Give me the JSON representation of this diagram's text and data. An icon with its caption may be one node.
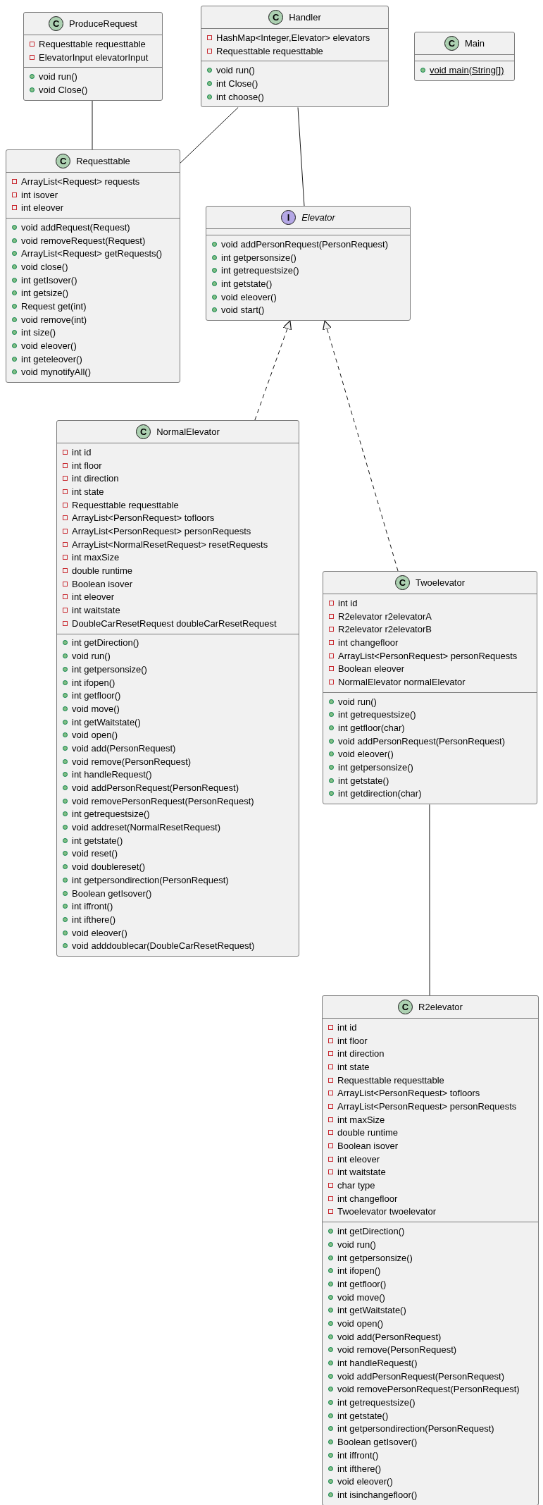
{
  "diagram": {
    "nodes": [
      {
        "text": [
          "C",
          "ProduceRequest"
        ]
      },
      {
        "text": [
          "Requesttable requesttable",
          "ElevatorInput elevatorInput"
        ],
        "in": 0
      },
      {
        "text": [
          "void run()",
          "void Close()"
        ],
        "in": 0
      },
      {
        "text": [
          "C",
          "Handler"
        ]
      },
      {
        "text": [
          "HashMap<Integer,Elevator> elevators",
          "Requesttable requesttable"
        ],
        "in": 3
      },
      {
        "text": [
          "void run()",
          "int Close()",
          "int choose()"
        ],
        "in": 3
      },
      {
        "text": [
          "C",
          "Main"
        ]
      },
      {
        "text": [],
        "shape": "box",
        "in": 6
      },
      {
        "text": [
          "void main(String[])"
        ],
        "in": 6
      },
      {
        "text": [
          "C",
          "Requesttable"
        ]
      },
      {
        "text": [
          "ArrayList<Request> requests",
          "int isover",
          "int eleover"
        ],
        "in": 9
      },
      {
        "text": [
          "void addRequest(Request)",
          "void removeRequest(Request)",
          "ArrayList<Request> getRequests()",
          "void close()",
          "int getIsover()",
          "int getsize()",
          "Request get(int)",
          "void remove(int)",
          "int size()",
          "void eleover()",
          "int geteleover()",
          "void mynotifyAll()"
        ],
        "in": 9
      },
      {
        "text": [
          "I",
          "Elevator"
        ]
      },
      {
        "text": [],
        "shape": "box",
        "in": 12
      },
      {
        "text": [
          "void addPersonRequest(PersonRequest)",
          "int getpersonsize()",
          "int getrequestsize()",
          "int getstate()",
          "void eleover()",
          "void start()"
        ],
        "in": 12
      },
      {
        "text": [
          "C",
          "NormalElevator"
        ]
      },
      {
        "text": [
          "int id",
          "int floor",
          "int direction",
          "int state",
          "Requesttable requesttable",
          "ArrayList<PersonRequest> tofloors",
          "ArrayList<PersonRequest> personRequests",
          "ArrayList<NormalResetRequest> resetRequests",
          "int maxSize",
          "double runtime",
          "Boolean isover",
          "int eleover",
          "int waitstate",
          "DoubleCarResetRequest doubleCarResetRequest"
        ],
        "in": 15
      },
      {
        "text": [
          "int getDirection()",
          "void run()",
          "int getpersonsize()",
          "int ifopen()",
          "int getfloor()",
          "void move()",
          "int getWaitstate()",
          "void open()",
          "void add(PersonRequest)",
          "void remove(PersonRequest)",
          "int handleRequest()",
          "void addPersonRequest(PersonRequest)",
          "void removePersonRequest(PersonRequest)",
          "int getrequestsize()",
          "void addreset(NormalResetRequest)",
          "int getstate()",
          "void reset()",
          "void doublereset()",
          "int getpersondirection(PersonRequest)",
          "Boolean getIsover()",
          "int iffront()",
          "int ifthere()",
          "void eleover()",
          "void adddoublecar(DoubleCarResetRequest)"
        ],
        "in": 15
      },
      {
        "text": [
          "C",
          "Twoelevator"
        ]
      },
      {
        "text": [
          "int id",
          "R2elevator r2elevatorA",
          "R2elevator r2elevatorB",
          "int changefloor",
          "ArrayList<PersonRequest> personRequests",
          "Boolean eleover",
          "NormalElevator normalElevator"
        ],
        "in": 18
      },
      {
        "text": [
          "void run()",
          "int getrequestsize()",
          "int getfloor(char)",
          "void addPersonRequest(PersonRequest)",
          "void eleover()",
          "int getpersonsize()",
          "int getstate()",
          "int getdirection(char)"
        ],
        "in": 18
      },
      {
        "text": [
          "C",
          "R2elevator"
        ]
      },
      {
        "text": [
          "int id",
          "int floor",
          "int direction",
          "int state",
          "Requesttable requesttable",
          "ArrayList<PersonRequest> tofloors",
          "ArrayList<PersonRequest> personRequests",
          "int maxSize",
          "double runtime",
          "Boolean isover",
          "int eleover",
          "int waitstate",
          "char type",
          "int changefloor",
          "Twoelevator twoelevator"
        ],
        "in": 21
      },
      {
        "text": [
          "int getDirection()",
          "void run()",
          "int getpersonsize()",
          "int ifopen()",
          "int getfloor()",
          "void move()",
          "int getWaitstate()",
          "void open()",
          "void add(PersonRequest)",
          "void remove(PersonRequest)",
          "int handleRequest()",
          "void addPersonRequest(PersonRequest)",
          "void removePersonRequest(PersonRequest)",
          "int getrequestsize()",
          "int getstate()",
          "int getpersondirection(PersonRequest)",
          "Boolean getIsover()",
          "int iffront()",
          "int ifthere()",
          "void eleover()",
          "int isinchangefloor()"
        ],
        "in": 21
      }
    ],
    "edges": [
      {
        "from": 0,
        "to": 9,
        "arrow": "none"
      },
      {
        "from": 3,
        "to": 9,
        "arrow": "none"
      },
      {
        "from": 3,
        "to": 12,
        "arrow": "none"
      },
      {
        "from": 15,
        "to": 12,
        "arrow": "to",
        "style": "dashed"
      },
      {
        "from": 18,
        "to": 12,
        "arrow": "to",
        "style": "dashed"
      },
      {
        "from": 18,
        "to": 21,
        "arrow": "none"
      }
    ]
  }
}
